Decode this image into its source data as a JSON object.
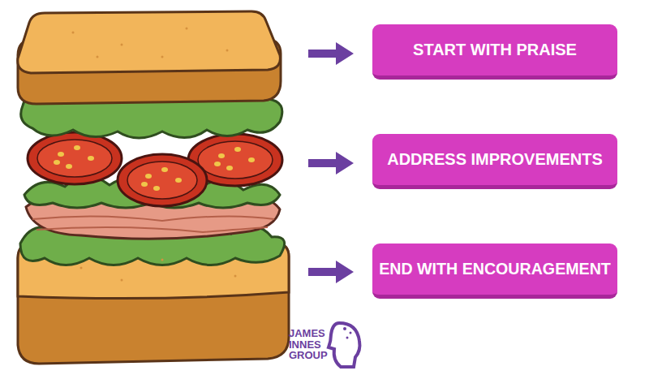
{
  "diagram": {
    "nodes": [
      {
        "text": [
          "START WITH PRAISE"
        ]
      },
      {
        "text": [
          "ADDRESS IMPROVEMENTS"
        ]
      },
      {
        "text": [
          "END WITH ENCOURAGEMENT"
        ]
      }
    ],
    "labels": [
      "JAMES INNES GROUP"
    ]
  }
}
